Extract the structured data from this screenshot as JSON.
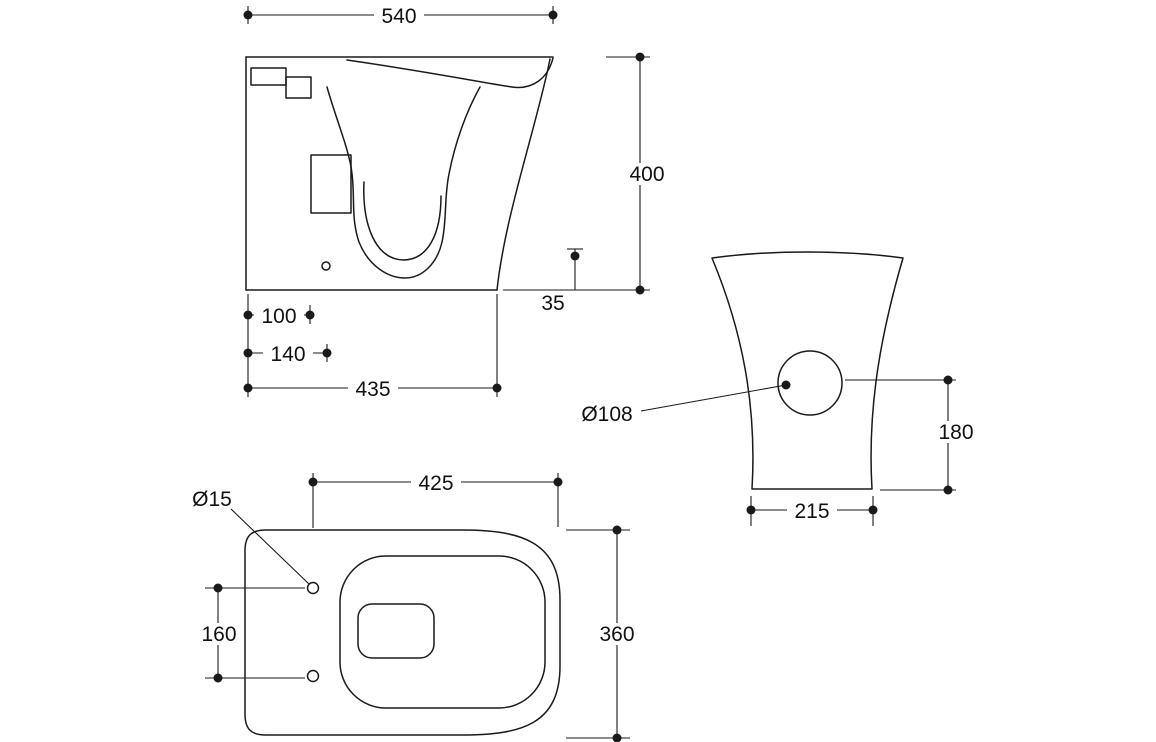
{
  "drawing": {
    "background": "#ffffff",
    "line_color": "#1a1a1a",
    "side_view": {
      "dim_top_depth": "540",
      "dim_height": "400",
      "dim_outlet_height": "35",
      "dim_outlet_offset": "100",
      "dim_fixing_offset": "140",
      "dim_base_depth": "435"
    },
    "rear_view": {
      "dim_hole_diameter": "Ø108",
      "dim_hole_height": "180",
      "dim_base_width": "215"
    },
    "plan_view": {
      "dim_length": "425",
      "dim_hole_diameter": "Ø15",
      "dim_hole_spacing": "160",
      "dim_width": "360"
    }
  }
}
